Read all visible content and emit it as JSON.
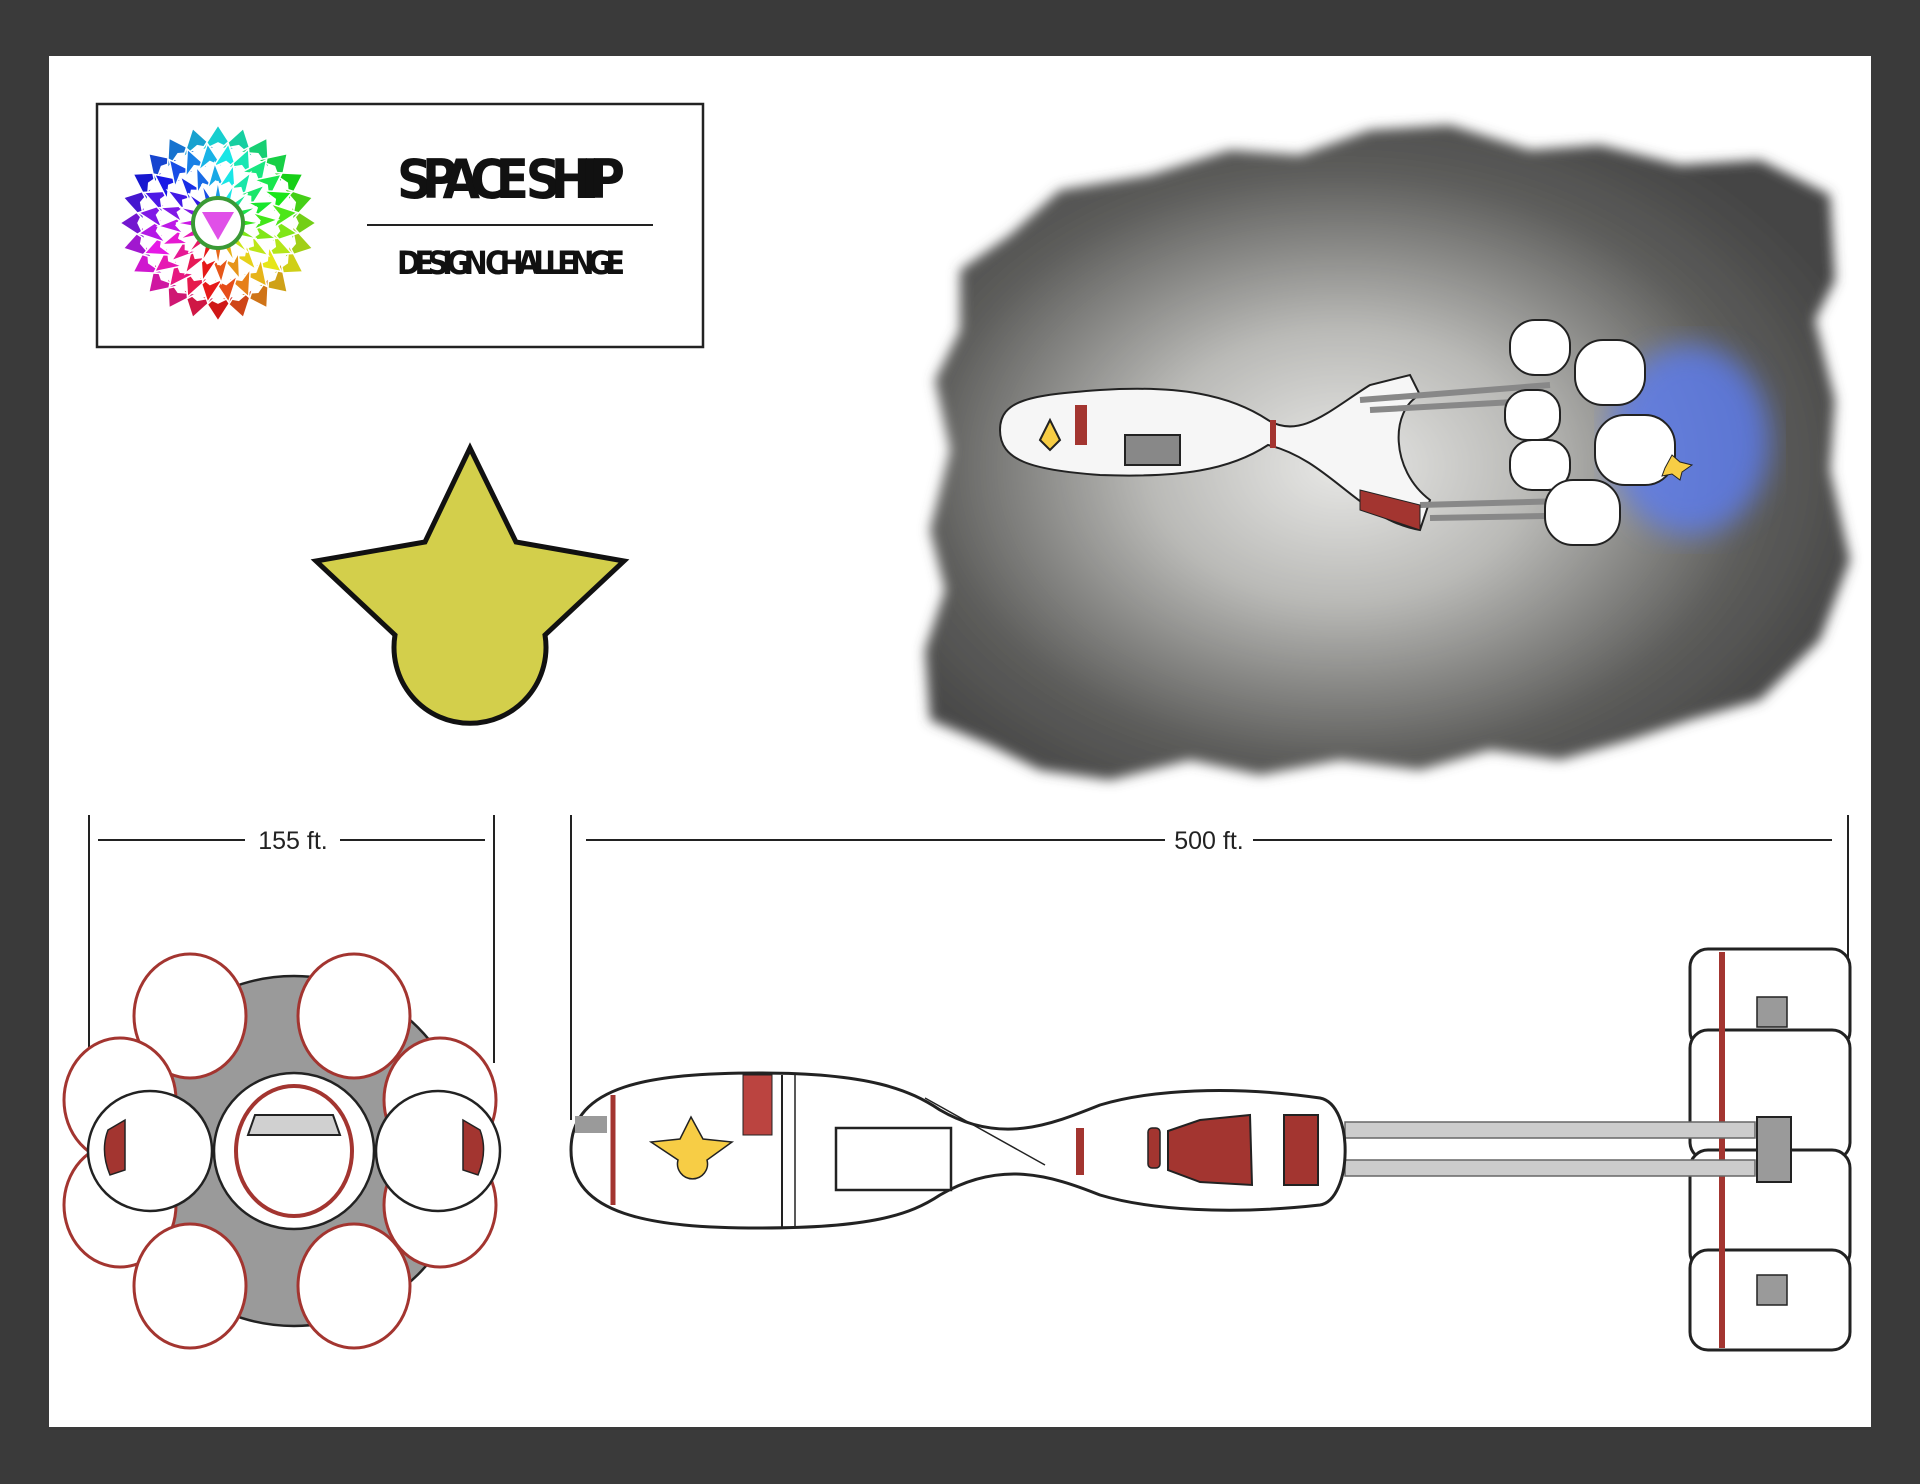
{
  "title_card": {
    "title": "SPACE SHIP",
    "subtitle": "DESIGN CHALLENGE"
  },
  "dimensions": {
    "width_label": "155 ft.",
    "length_label": "500 ft."
  },
  "colors": {
    "frame": "#3a3a3a",
    "emblem_star": "#d3cf4b",
    "hull_red": "#a33530",
    "ship_star": "#f7cd45",
    "strut_gray": "#9a9a9a",
    "thruster_blue": "#5b7cf0"
  }
}
